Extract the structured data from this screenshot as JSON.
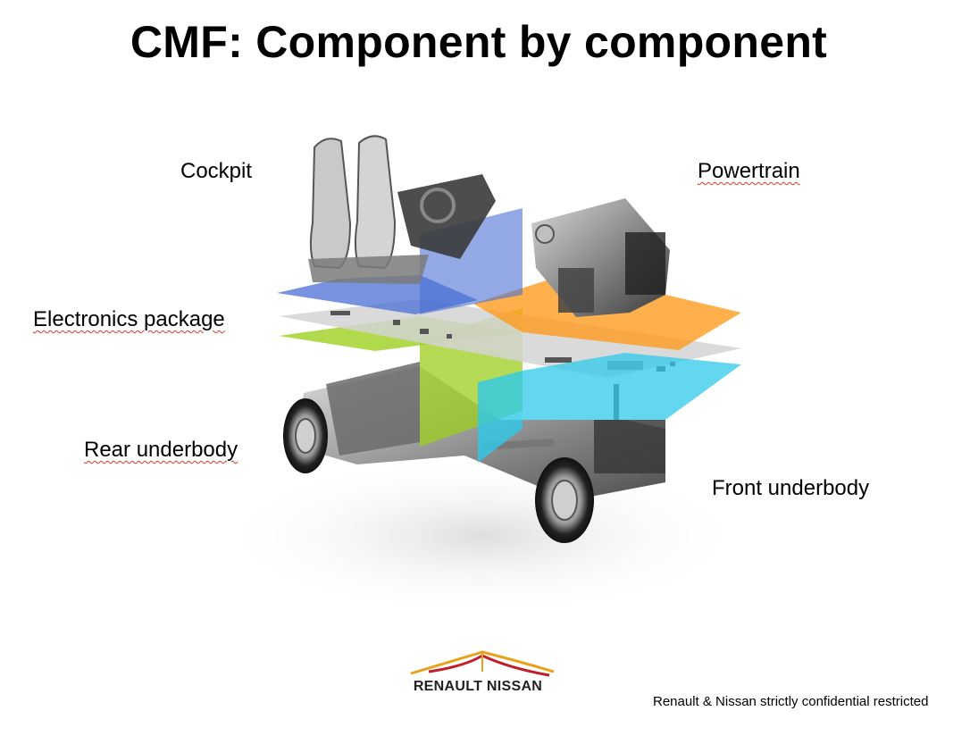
{
  "slide": {
    "title": "CMF: Component by component",
    "footer": "Renault & Nissan strictly confidential restricted"
  },
  "labels": {
    "cockpit": "Cockpit",
    "powertrain": "Powertrain",
    "electronics": "Electronics package",
    "rear_underbody": "Rear underbody",
    "front_underbody": "Front underbody"
  },
  "logo": {
    "text": "RENAULT NISSAN"
  },
  "colors": {
    "cockpit_plane": "#4a6fd4",
    "electronics_plane": "#c8c8c8",
    "rear_plane": "#9ccf1e",
    "powertrain_plane": "#ff9a1a",
    "front_plane": "#2ec9ea",
    "spellcheck_underline": "#d23a2a",
    "logo_orange": "#e8a21a",
    "logo_red": "#c0202a"
  }
}
